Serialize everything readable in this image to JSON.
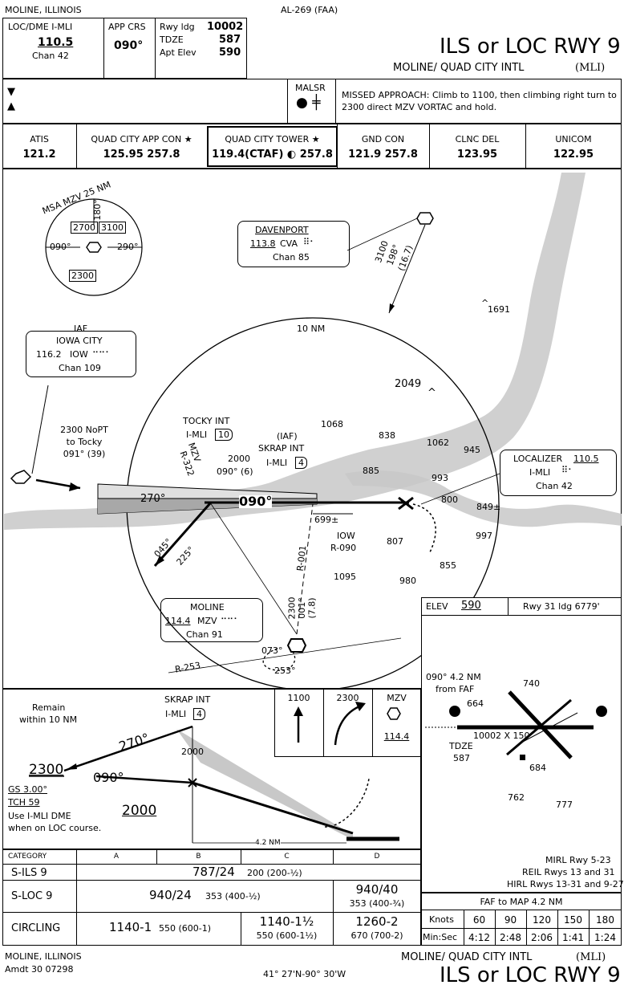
{
  "header": {
    "city": "MOLINE, ILLINOIS",
    "chart_id": "AL-269 (FAA)",
    "title": "ILS or LOC RWY 9",
    "airport": "MOLINE/ QUAD CITY INTL",
    "airport_id": "(MLI)",
    "loc_label": "LOC/DME  I-MLI",
    "loc_freq": "110.5",
    "loc_chan": "Chan 42",
    "app_crs_label": "APP CRS",
    "app_crs": "090°",
    "rwy_ldg_label": "Rwy ldg",
    "rwy_ldg": "10002",
    "tdze_label": "TDZE",
    "tdze": "587",
    "apt_elev_label": "Apt Elev",
    "apt_elev": "590",
    "malsr": "MALSR",
    "missed_approach": "MISSED APPROACH: Climb to 1100, then climbing right turn to 2300 direct MZV VORTAC and hold."
  },
  "comms": [
    {
      "label": "ATIS",
      "value": "121.2"
    },
    {
      "label": "QUAD CITY APP CON ★",
      "value": "125.95  257.8"
    },
    {
      "label": "QUAD CITY TOWER ★",
      "value": "119.4(CTAF) ◐ 257.8"
    },
    {
      "label": "GND CON",
      "value": "121.9  257.8"
    },
    {
      "label": "CLNC DEL",
      "value": "123.95"
    },
    {
      "label": "UNICOM",
      "value": "122.95"
    }
  ],
  "plan": {
    "msa_title": "MSA MZV 25 NM",
    "msa_180": "180°",
    "msa_090": "090°",
    "msa_290": "290°",
    "msa_2700": "2700",
    "msa_3100": "3100",
    "msa_2300": "2300",
    "davenport_name": "DAVENPORT",
    "davenport_freq": "113.8",
    "davenport_id": "CVA",
    "davenport_chan": "Chan 85",
    "cva_radial": "3100",
    "cva_radial2": "198°",
    "cva_radial3": "(16.7)",
    "iaf_label": "IAF",
    "iowa_name": "IOWA CITY",
    "iowa_freq": "116.2",
    "iowa_id": "IOW",
    "iowa_chan": "Chan 109",
    "nopt1": "2300 NoPT",
    "nopt2": "to Tocky",
    "nopt3": "091° (39)",
    "ring": "10 NM",
    "tocky": "TOCKY INT",
    "tocky_dme": "I-MLI",
    "tocky_dme_val": "10",
    "mzv_r": "MZV",
    "r322": "R-322",
    "alt2000": "2000",
    "crs6": "090° (6)",
    "iaf2": "(IAF)",
    "skrap": "SKRAP INT",
    "skrap_dme": "I-MLI",
    "skrap_dme_val": "4",
    "c270": "270°",
    "c090": "090°",
    "c045": "045°",
    "c225": "225°",
    "r001": "R-001",
    "iow": "IOW",
    "r090": "R-090",
    "moline_name": "MOLINE",
    "moline_freq": "114.4",
    "moline_id": "MZV",
    "moline_chan": "Chan 91",
    "r253": "R-253",
    "c073": "073°",
    "c253": "253°",
    "mzv_alt": "2300",
    "mzv_crs": "001°",
    "mzv_dist": "(7.8)",
    "loc_name": "LOCALIZER",
    "loc_freq": "110.5",
    "loc_id": "I-MLI",
    "loc_chan": "Chan 42",
    "elevs": [
      "1691",
      "2049",
      "1068",
      "838",
      "1062",
      "945",
      "885",
      "993",
      "800",
      "849±",
      "699±",
      "807",
      "997",
      "1095",
      "855",
      "980"
    ]
  },
  "airport": {
    "elev_label": "ELEV",
    "elev": "590",
    "rwy": "Rwy 31 ldg 6779'",
    "faf": "090° 4.2 NM",
    "faf2": "from FAF",
    "tdze": "TDZE",
    "tdze_v": "587",
    "dims": "10002 X 150",
    "r740": "740",
    "r664": "664",
    "r684": "684",
    "r762": "762",
    "r777": "777",
    "lights1": "MIRL Rwy 5-23",
    "lights2": "REIL Rwys 13 and 31",
    "lights3": "HIRL Rwys 13-31 and 9-27"
  },
  "profile": {
    "remain": "Remain",
    "remain2": "within 10 NM",
    "skrap": "SKRAP INT",
    "skrap_dme": "I-MLI",
    "skrap_dme_val": "4",
    "p270": "270°",
    "p090": "090°",
    "p2300": "2300",
    "p2000": "2000",
    "p2000b": "2000",
    "gs": "GS 3.00°",
    "tch": "TCH 59",
    "use1": "Use I-MLI DME",
    "use2": "when on LOC course.",
    "nm": "4.2 NM",
    "ma1": "1100",
    "ma2": "2300",
    "ma3": "MZV",
    "ma3b": "114.4"
  },
  "minima": {
    "cat": "CATEGORY",
    "a": "A",
    "b": "B",
    "c": "C",
    "d": "D",
    "sils": "S-ILS 9",
    "sils_v": "787/24",
    "sils_h": "200 (200-½)",
    "sloc": "S-LOC 9",
    "sloc_abc": "940/24",
    "sloc_abc_h": "353 (400-½)",
    "sloc_d": "940/40",
    "sloc_d_h": "353 (400-¾)",
    "circ": "CIRCLING",
    "circ_ab": "1140-1",
    "circ_ab_h": "550 (600-1)",
    "circ_c": "1140-1½",
    "circ_c_h": "550 (600-1½)",
    "circ_d": "1260-2",
    "circ_d_h": "670 (700-2)"
  },
  "timing": {
    "title": "FAF to MAP  4.2 NM",
    "knots": "Knots",
    "minsec": "Min:Sec",
    "speeds": [
      "60",
      "90",
      "120",
      "150",
      "180"
    ],
    "times": [
      "4:12",
      "2:48",
      "2:06",
      "1:41",
      "1:24"
    ]
  },
  "footer": {
    "city": "MOLINE, ILLINOIS",
    "amdt": "Amdt 30  07298",
    "coords": "41° 27'N-90° 30'W",
    "airport": "MOLINE/ QUAD CITY INTL",
    "airport_id": "(MLI)",
    "title": "ILS or LOC RWY 9"
  }
}
